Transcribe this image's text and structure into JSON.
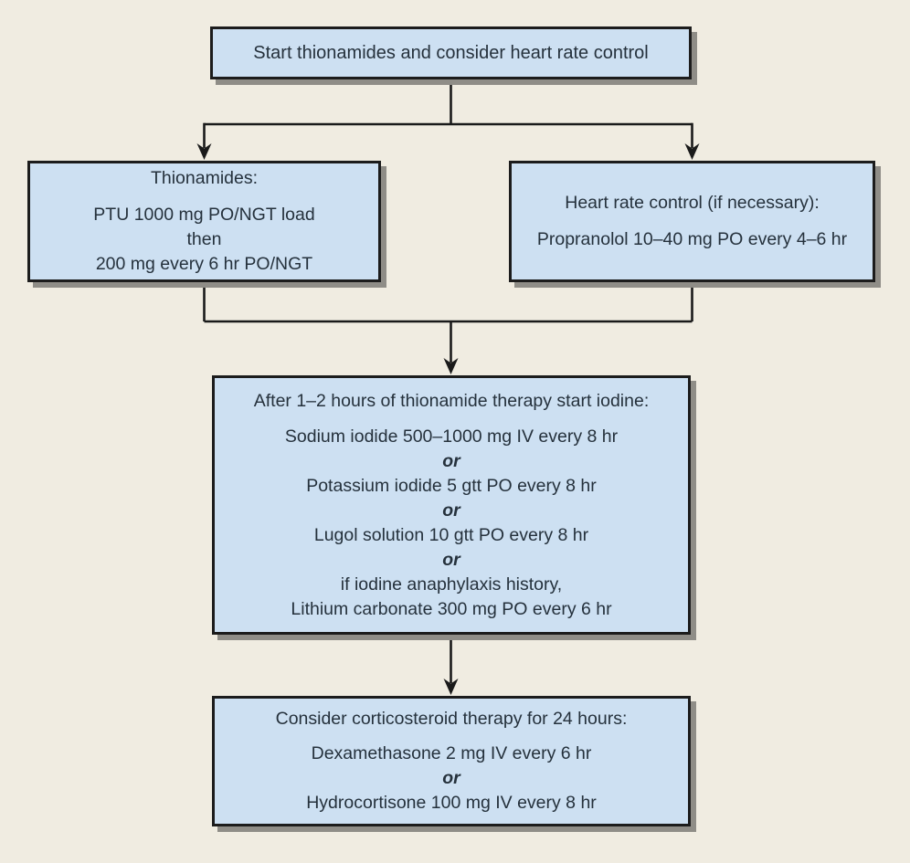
{
  "diagram": {
    "type": "flowchart",
    "topic": "Thyroid storm initial therapy",
    "colors": {
      "page_background": "#f0ece1",
      "box_fill": "#cde0f2",
      "box_border": "#1c1c1c",
      "box_shadow": "#8f8d87",
      "text": "#25313c",
      "connector_line": "#1a1a1a"
    }
  },
  "nodes": {
    "start": {
      "text": "Start thionamides and consider heart rate control"
    },
    "thionamides": {
      "title": "Thionamides:",
      "lines": [
        "PTU 1000 mg PO/NGT load",
        "then",
        "200 mg every 6 hr PO/NGT"
      ]
    },
    "heart_rate": {
      "title": "Heart rate control (if necessary):",
      "lines": [
        "Propranolol 10–40 mg PO every 4–6 hr"
      ]
    },
    "iodine": {
      "title": "After 1–2 hours of thionamide therapy start iodine:",
      "lines": [
        "Sodium iodide 500–1000 mg IV every 8 hr",
        "or",
        "Potassium iodide 5 gtt PO every 8 hr",
        "or",
        "Lugol solution 10 gtt PO every 8 hr",
        "or",
        "if iodine anaphylaxis history,",
        "Lithium carbonate 300 mg PO every 6 hr"
      ]
    },
    "corticosteroid": {
      "title": "Consider corticosteroid therapy for 24 hours:",
      "lines": [
        "Dexamethasone 2 mg IV every 6 hr",
        "or",
        "Hydrocortisone 100 mg IV every 8 hr"
      ]
    }
  }
}
